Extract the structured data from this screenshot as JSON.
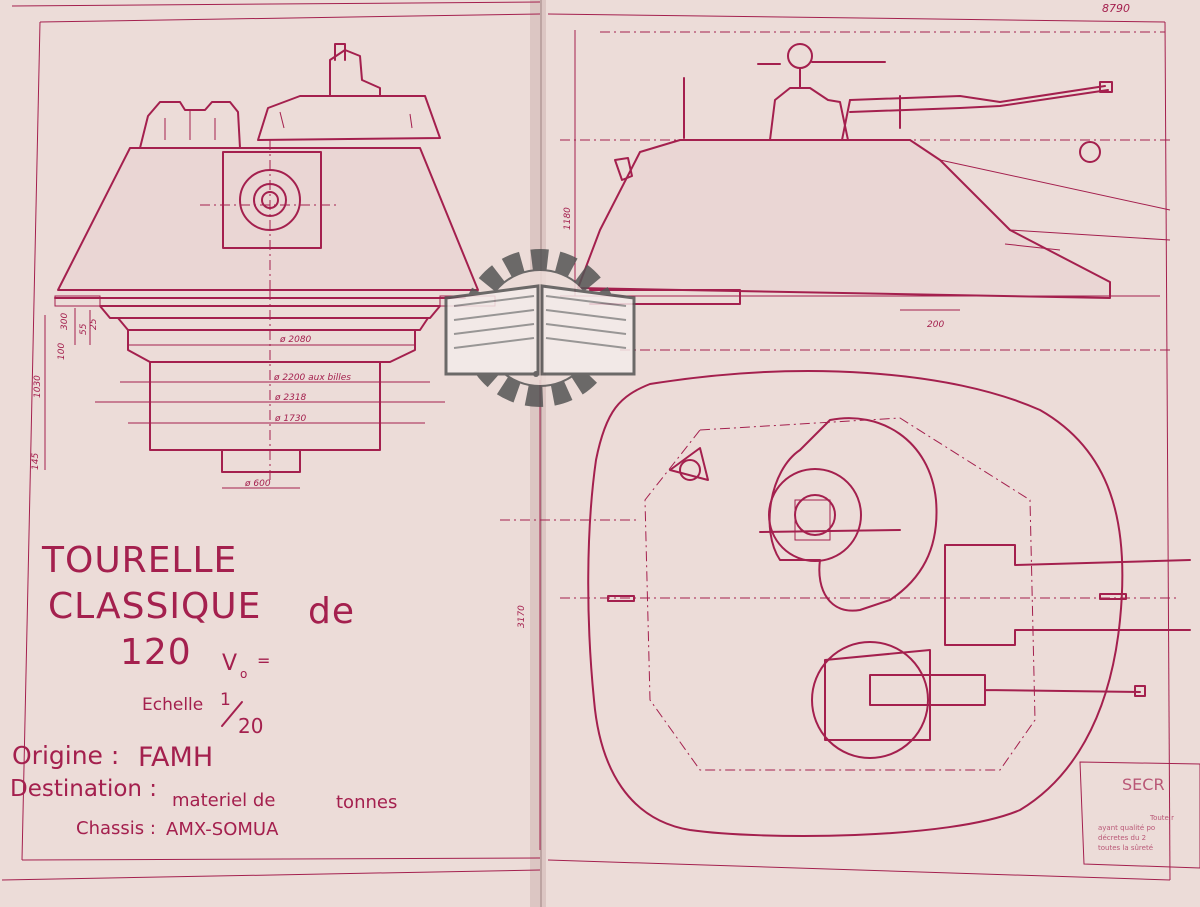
{
  "drawing_number": "8790",
  "title": {
    "line1": "TOURELLE",
    "line2_word": "CLASSIQUE",
    "line2_suffix": "de",
    "line3_number": "120",
    "line3_suffix": "V",
    "line3_sub": "o",
    "line3_equals": "="
  },
  "scale": {
    "label": "Echelle",
    "numerator": "1",
    "denominator": "20"
  },
  "origin": {
    "label": "Origine :",
    "value": "FAMH"
  },
  "destination": {
    "label": "Destination :",
    "value": "materiel de",
    "unit": "tonnes"
  },
  "chassis": {
    "label": "Chassis :",
    "value": "AMX-SOMUA"
  },
  "front_view": {
    "diameters": [
      "ø 2080",
      "ø 2200 aux billes",
      "ø 2318",
      "ø 1730",
      "ø 600"
    ],
    "heights": [
      "300",
      "55",
      "25",
      "100",
      "1030",
      "145"
    ]
  },
  "side_view": {
    "dimensions": [
      "1180",
      "200"
    ]
  },
  "top_view": {
    "dimensions": [
      "3170"
    ]
  },
  "stamp": {
    "title": "SECR",
    "lines": [
      "Toute r",
      "ayant qualité po",
      "décretes du 2",
      "toutes la sûreté"
    ]
  },
  "colors": {
    "ink": "#a4204e",
    "paper": "#ecdcd8",
    "logo_gray": "#555555"
  },
  "watermark_icon": "gear-book-logo"
}
